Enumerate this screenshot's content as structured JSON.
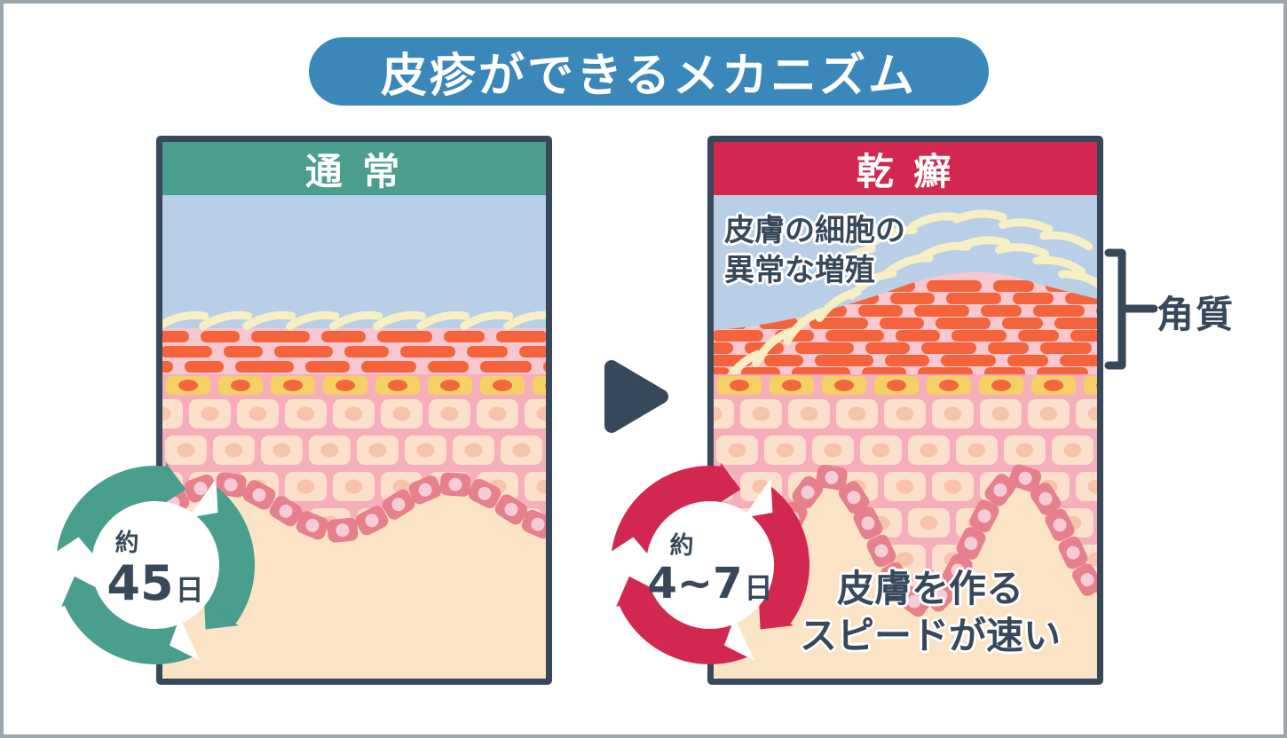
{
  "title": "皮疹ができるメカニズム",
  "panels": {
    "normal": {
      "header": "通 常",
      "cycle_badge": {
        "approx_label": "約",
        "value": "45",
        "unit": "日"
      }
    },
    "psoriasis": {
      "header": "乾 癬",
      "cycle_badge": {
        "approx_label": "約",
        "value": "4~7",
        "unit": "日"
      },
      "annotation_top": {
        "line1": "皮膚の細胞の",
        "line2": "異常な増殖"
      },
      "annotation_bottom": {
        "line1": "皮膚を作る",
        "line2": "スピードが速い"
      }
    }
  },
  "side_label": "角質",
  "colors": {
    "title_bg": "#3a88b9",
    "navy": "#37485a",
    "normal_accent": "#4a9e8e",
    "psoriasis_accent": "#d22850",
    "epidermis_blue": "#b9cfe7",
    "corneum_pink": "#f9c7cf",
    "spinous_pink": "#f6aebb",
    "dash_orange": "#f4633b",
    "flake_cream": "#f6efc4",
    "granular_cell": "#f5d164",
    "granular_nucleus": "#f2673f",
    "spinous_cell": "#fde0cb",
    "spinous_nucleus": "#f7c3ad",
    "basal_cell": "#e5808c",
    "basal_nucleus": "#f6ccd6",
    "dermis_cream": "#fbe3c5",
    "canvas_border": "#9aa6ab"
  }
}
